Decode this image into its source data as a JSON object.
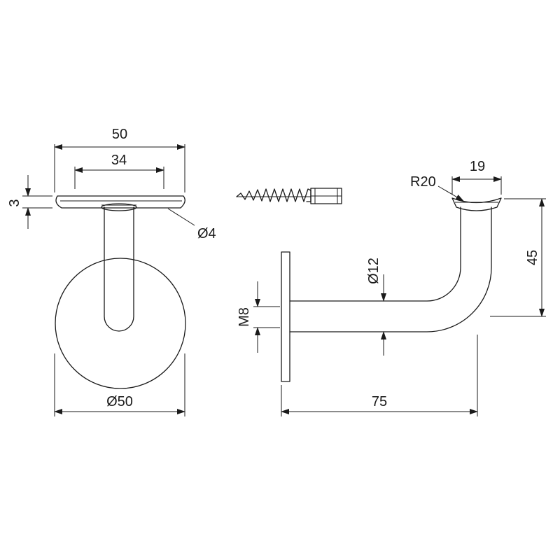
{
  "dimensions": {
    "plate_width": "50",
    "plate_hole_spacing": "34",
    "plate_thickness": "3",
    "hole_diameter": "Ø4",
    "rosette_diameter": "Ø50",
    "thread": "M8",
    "tube_diameter": "Ø12",
    "projection": "75",
    "height": "45",
    "saddle_width": "19",
    "saddle_radius": "R20"
  }
}
